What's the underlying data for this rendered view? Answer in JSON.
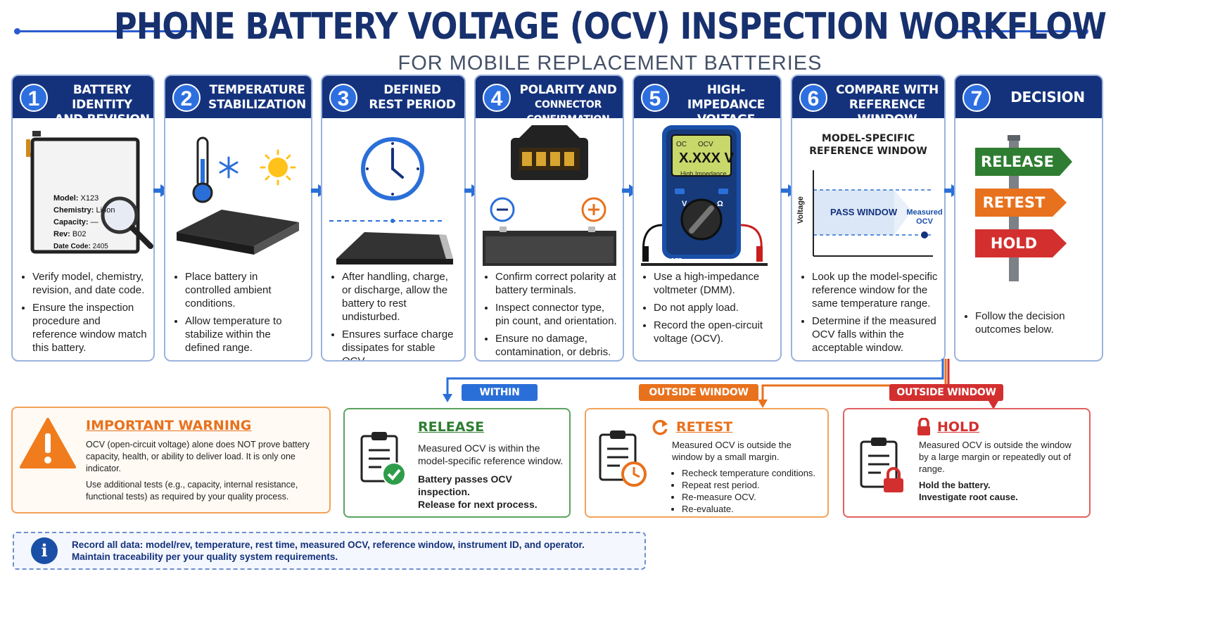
{
  "title": "PHONE BATTERY VOLTAGE (OCV) INSPECTION WORKFLOW",
  "subtitle": "FOR MOBILE REPLACEMENT BATTERIES",
  "colors": {
    "navy": "#14327c",
    "blue": "#2a6fd8",
    "green": "#2e7d32",
    "orange": "#e8711d",
    "red": "#d32f2f"
  },
  "steps": [
    {
      "num": "1",
      "title_l1": "BATTERY IDENTITY",
      "title_l2": "AND REVISION CHECK",
      "bullets": [
        "Verify model, chemistry, revision, and date code.",
        "Ensure the inspection procedure and reference window match this battery."
      ]
    },
    {
      "num": "2",
      "title_l1": "TEMPERATURE",
      "title_l2": "STABILIZATION",
      "bullets": [
        "Place battery in controlled ambient conditions.",
        "Allow temperature to stabilize within the defined range."
      ]
    },
    {
      "num": "3",
      "title_l1": "DEFINED",
      "title_l2": "REST PERIOD",
      "bullets": [
        "After handling, charge, or discharge, allow the battery to rest undisturbed.",
        "Ensures surface charge dissipates for stable OCV."
      ]
    },
    {
      "num": "4",
      "title_l1": "POLARITY AND",
      "title_l2": "CONNECTOR CONFIRMATION",
      "bullets": [
        "Confirm correct polarity at battery terminals.",
        "Inspect connector type, pin count, and orientation.",
        "Ensure no damage, contamination, or debris."
      ]
    },
    {
      "num": "5",
      "title_l1": "HIGH-IMPEDANCE",
      "title_l2": "VOLTAGE MEASUREMENT",
      "bullets": [
        "Use a high-impedance voltmeter (DMM).",
        "Do not apply load.",
        "Record the open-circuit voltage (OCV)."
      ]
    },
    {
      "num": "6",
      "title_l1": "COMPARE WITH",
      "title_l2": "REFERENCE WINDOW",
      "bullets": [
        "Look up the model-specific reference window for the same temperature range.",
        "Determine if the measured OCV falls within the acceptable window."
      ]
    },
    {
      "num": "7",
      "title_l1": "DECISION",
      "title_l2": "",
      "bullets": [
        "Follow the decision outcomes below."
      ]
    }
  ],
  "battery_label": {
    "model_k": "Model:",
    "model_v": "X123",
    "chem_k": "Chemistry:",
    "chem_v": "Li-ion",
    "cap_k": "Capacity:",
    "cap_v": "—",
    "rev_k": "Rev:",
    "rev_v": "B02",
    "date_k": "Date Code:",
    "date_v": "2405"
  },
  "meter": {
    "ocv": "OCV",
    "value": "X.XXX V",
    "mode": "High Impedance",
    "v": "V",
    "omega": "Ω",
    "off": "OFF"
  },
  "reference_chart": {
    "title_l1": "MODEL-SPECIFIC",
    "title_l2": "REFERENCE WINDOW",
    "ylabel": "Voltage",
    "pass": "PASS WINDOW",
    "measured_l1": "Measured",
    "measured_l2": "OCV"
  },
  "signpost": [
    "RELEASE",
    "RETEST",
    "HOLD"
  ],
  "branch_tags": {
    "within": "WITHIN WINDOW",
    "small": "OUTSIDE WINDOW (SMALL)",
    "large": "OUTSIDE WINDOW (LARGE)"
  },
  "warning": {
    "title": "IMPORTANT WARNING",
    "p1": "OCV (open-circuit voltage) alone does NOT prove battery capacity, health, or ability to deliver load. It is only one indicator.",
    "p2": "Use additional tests (e.g., capacity, internal resistance, functional tests) as required by your quality process."
  },
  "release": {
    "title": "RELEASE",
    "text": "Measured OCV is within the model-specific reference window.",
    "bold1": "Battery passes OCV inspection.",
    "bold2": "Release for next process."
  },
  "retest": {
    "title": "RETEST",
    "text": "Measured OCV is outside the window by a small margin.",
    "bullets": [
      "Recheck temperature conditions.",
      "Repeat rest period.",
      "Re-measure OCV.",
      "Re-evaluate."
    ]
  },
  "hold": {
    "title": "HOLD",
    "text": "Measured OCV is outside the window by a large margin or repeatedly out of range.",
    "bold1": "Hold the battery.",
    "bold2": "Investigate root cause."
  },
  "record": {
    "l1": "Record all data: model/rev, temperature, rest time, measured OCV, reference window, instrument ID, and operator.",
    "l2": "Maintain traceability per your quality system requirements."
  }
}
